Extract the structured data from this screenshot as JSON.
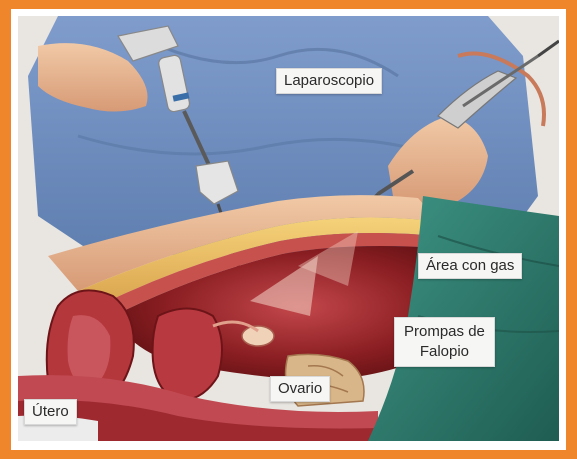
{
  "labels": {
    "laparoscopio": "Laparoscopio",
    "area_con_gas": "Área  con gas",
    "prompas_de_falopio_line1": "Prompas de",
    "prompas_de_falopio_line2": "Falopio",
    "ovario": "Ovario",
    "utero": "Útero"
  },
  "colors": {
    "frame_border": "#f0862c",
    "gown": "#6f8fbf",
    "drape": "#2f7c6e",
    "cavity": "#8a1e22",
    "skin": "#e8b896"
  }
}
